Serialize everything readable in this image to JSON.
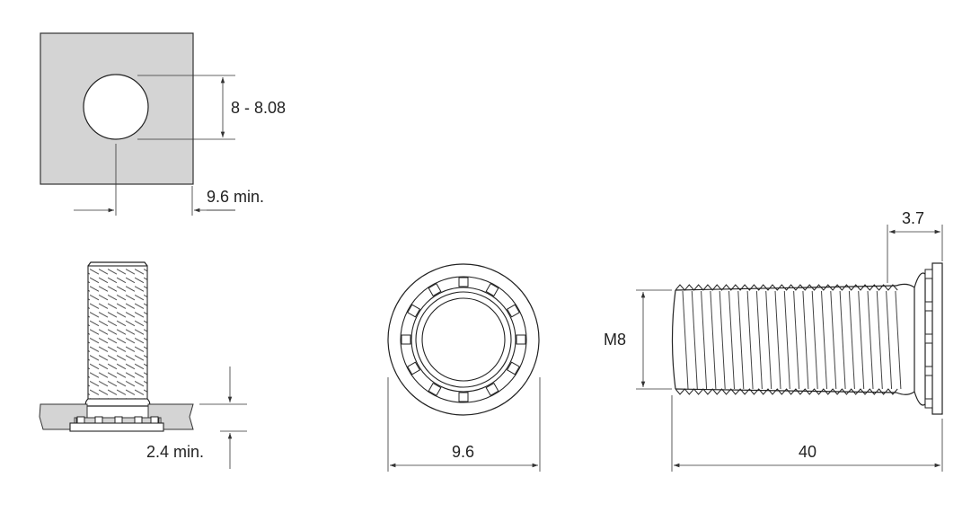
{
  "colors": {
    "panel_fill": "#d4d4d4",
    "line": "#333333",
    "background": "#ffffff"
  },
  "labels": {
    "hole_diameter": "8 - 8.08",
    "centerline_to_edge": "9.6 min.",
    "sheet_thickness": "2.4 min.",
    "head_diameter": "9.6",
    "head_height": "3.7",
    "thread_size": "M8",
    "length": "40"
  }
}
